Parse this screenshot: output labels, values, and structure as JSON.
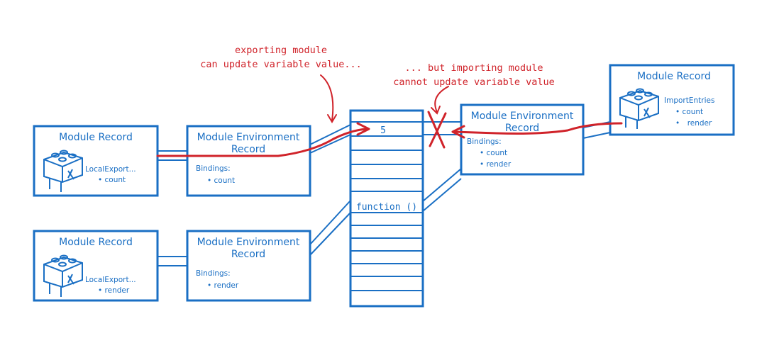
{
  "annotations": {
    "exporting_line1": "exporting module",
    "exporting_line2": "can update variable value...",
    "importing_line1": "... but importing module",
    "importing_line2": "cannot update variable value"
  },
  "module_record_1": {
    "title": "Module Record",
    "list_label": "LocalExport...",
    "item": "• count"
  },
  "module_record_2": {
    "title": "Module Record",
    "list_label": "LocalExport...",
    "item": "• render"
  },
  "module_record_3": {
    "title": "Module Record",
    "list_label": "ImportEntries",
    "items": [
      "• count",
      "• render"
    ]
  },
  "env_record_1": {
    "title_line1": "Module Environment",
    "title_line2": "Record",
    "bindings_label": "Bindings:",
    "item": "• count"
  },
  "env_record_2": {
    "title_line1": "Module Environment",
    "title_line2": "Record",
    "bindings_label": "Bindings:",
    "item": "• render"
  },
  "env_record_3": {
    "title_line1": "Module Environment",
    "title_line2": "Record",
    "bindings_label": "Bindings:",
    "items": [
      "• count",
      "• render"
    ]
  },
  "memory": {
    "value_count": "5",
    "value_render": "function ()"
  },
  "colors": {
    "blue": "#1a6fc4",
    "red": "#d0232a"
  }
}
